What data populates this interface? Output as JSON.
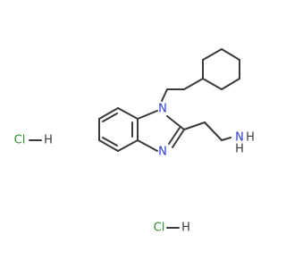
{
  "atoms": {
    "ring_n1": "N",
    "ring_n3": "N",
    "amine_n": "N",
    "amine_h1": "H",
    "amine_h2": "H",
    "hcl1_cl": "Cl",
    "hcl1_h": "H",
    "hcl2_cl": "Cl",
    "hcl2_h": "H"
  },
  "colors": {
    "bond": "#3a3a3a",
    "nitrogen": "#2b3bd6",
    "chlorine": "#2f8f2f",
    "hydrogen": "#3a3a3a"
  }
}
